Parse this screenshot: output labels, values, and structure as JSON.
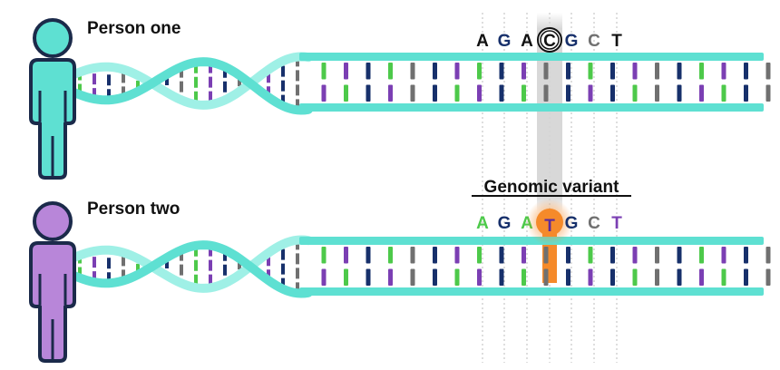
{
  "colors": {
    "strand": "#5ee0d2",
    "strand_dark": "#2fb8ab",
    "green": "#4dc94a",
    "purple": "#7b3fb3",
    "navy": "#17306b",
    "gray": "#707070",
    "person_one": "#5ee0d2",
    "person_two": "#b886d9",
    "outline": "#1b2a4a",
    "highlight_gray": "#cfcfcf",
    "highlight_orange": "#f58a2a"
  },
  "people": [
    {
      "label": "Person one",
      "sequence": [
        {
          "letter": "A",
          "color": "#111111"
        },
        {
          "letter": "G",
          "color": "#17306b"
        },
        {
          "letter": "A",
          "color": "#111111"
        },
        {
          "letter": "C",
          "color": "#ffffff"
        },
        {
          "letter": "G",
          "color": "#17306b"
        },
        {
          "letter": "C",
          "color": "#707070"
        },
        {
          "letter": "T",
          "color": "#111111"
        }
      ]
    },
    {
      "label": "Person two",
      "sequence": [
        {
          "letter": "A",
          "color": "#4dc94a"
        },
        {
          "letter": "G",
          "color": "#17306b"
        },
        {
          "letter": "A",
          "color": "#4dc94a"
        },
        {
          "letter": "T",
          "color": "#5a2a9c"
        },
        {
          "letter": "G",
          "color": "#17306b"
        },
        {
          "letter": "C",
          "color": "#707070"
        },
        {
          "letter": "T",
          "color": "#7b3fb3"
        }
      ]
    }
  ],
  "variant": {
    "title": "Genomic variant",
    "index": 3
  },
  "icons": [
    "person-icon",
    "dna-helix-icon"
  ]
}
